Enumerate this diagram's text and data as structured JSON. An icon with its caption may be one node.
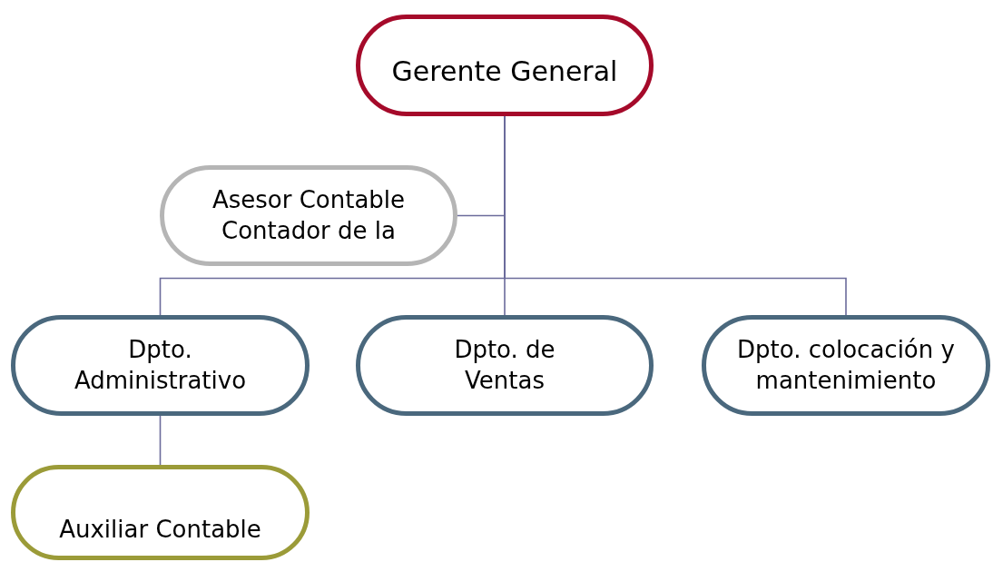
{
  "diagram": {
    "nodes": [
      {
        "text": [
          "Gerente General"
        ]
      },
      {
        "text": [
          "Asesor Contable Contador de la"
        ]
      },
      {
        "text": [
          "Dpto. Administrativo"
        ]
      },
      {
        "text": [
          "Dpto. de Ventas"
        ]
      },
      {
        "text": [
          "Dpto. colocación y mantenimiento"
        ]
      },
      {
        "text": [
          "Auxiliar Contable"
        ]
      }
    ],
    "edges": [
      {
        "from": 0,
        "to": 1,
        "arrow": "none"
      },
      {
        "from": 0,
        "to": 2,
        "arrow": "none"
      },
      {
        "from": 0,
        "to": 3,
        "arrow": "none"
      },
      {
        "from": 0,
        "to": 4,
        "arrow": "none"
      },
      {
        "from": 2,
        "to": 5,
        "arrow": "none"
      }
    ]
  }
}
